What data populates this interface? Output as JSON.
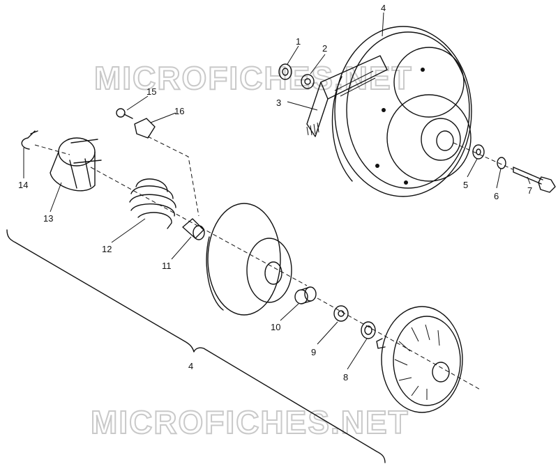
{
  "watermark": {
    "top": "MICROFICHES.NET",
    "bottom": "MICROFICHES.NET"
  },
  "callouts": {
    "p1": "1",
    "p2": "2",
    "p3": "3",
    "p4_top": "4",
    "p5": "5",
    "p6": "6",
    "p7": "7",
    "p8": "8",
    "p9": "9",
    "p10": "10",
    "p11": "11",
    "p12": "12",
    "p13": "13",
    "p14": "14",
    "p15": "15",
    "p16": "16",
    "p4_assembly": "4"
  },
  "colors": {
    "line": "#111111",
    "watermark": "#c9c9c9",
    "background": "#ffffff"
  }
}
